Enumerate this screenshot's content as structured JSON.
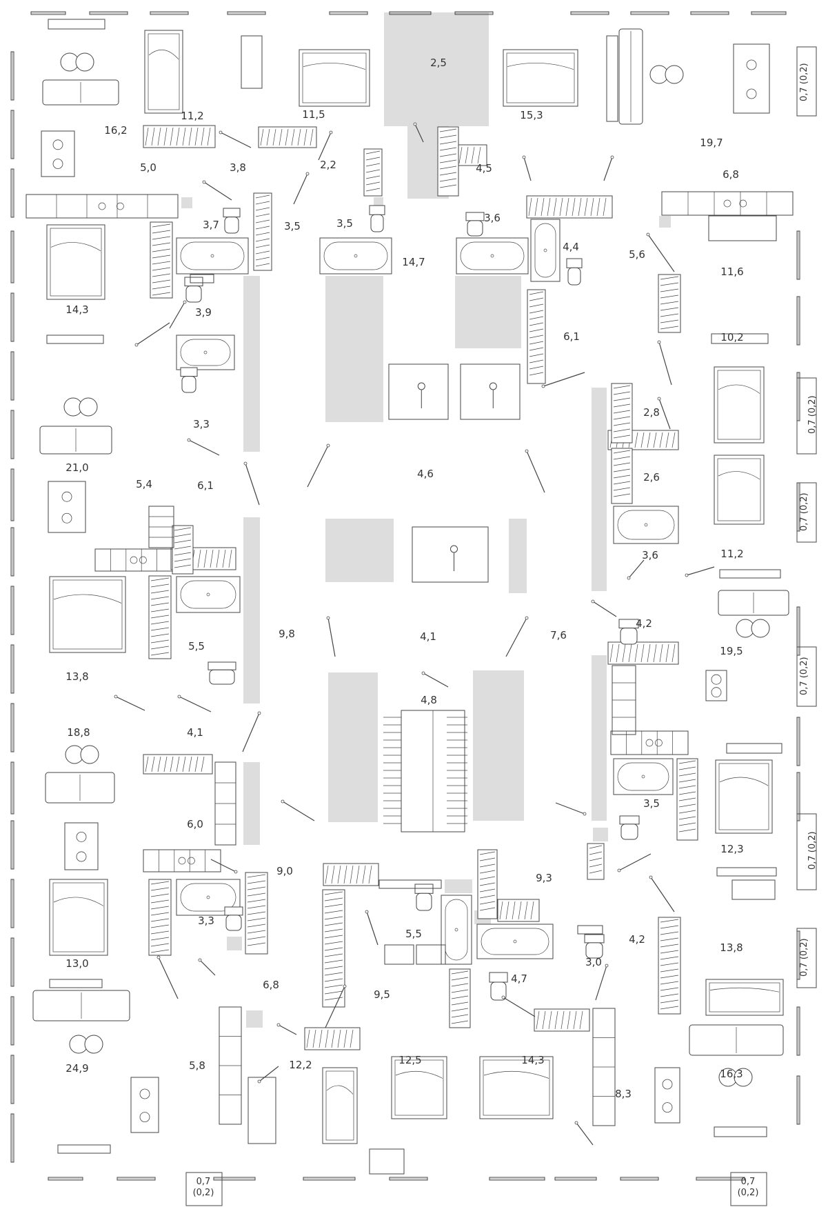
{
  "plan": {
    "colors": {
      "line": "#444444",
      "shaft": "#dddddd",
      "background": "#ffffff"
    },
    "rooms": [
      {
        "label": "16,2"
      },
      {
        "label": "11,2"
      },
      {
        "label": "11,5"
      },
      {
        "label": "2,5"
      },
      {
        "label": "15,3"
      },
      {
        "label": "19,7"
      },
      {
        "label": "5,0"
      },
      {
        "label": "3,8"
      },
      {
        "label": "2,2"
      },
      {
        "label": "4,5"
      },
      {
        "label": "6,8"
      },
      {
        "label": "3,7"
      },
      {
        "label": "3,5"
      },
      {
        "label": "3,5"
      },
      {
        "label": "3,6"
      },
      {
        "label": "14,7"
      },
      {
        "label": "4,4"
      },
      {
        "label": "5,6"
      },
      {
        "label": "11,6"
      },
      {
        "label": "14,3"
      },
      {
        "label": "3,9"
      },
      {
        "label": "6,1"
      },
      {
        "label": "10,2"
      },
      {
        "label": "2,8"
      },
      {
        "label": "3,3"
      },
      {
        "label": "2,6"
      },
      {
        "label": "21,0"
      },
      {
        "label": "5,4"
      },
      {
        "label": "6,1"
      },
      {
        "label": "4,6"
      },
      {
        "label": "3,6"
      },
      {
        "label": "11,2"
      },
      {
        "label": "4,2"
      },
      {
        "label": "5,5"
      },
      {
        "label": "9,8"
      },
      {
        "label": "4,1"
      },
      {
        "label": "7,6"
      },
      {
        "label": "19,5"
      },
      {
        "label": "13,8"
      },
      {
        "label": "4,8"
      },
      {
        "label": "18,8"
      },
      {
        "label": "4,1"
      },
      {
        "label": "6,0"
      },
      {
        "label": "3,5"
      },
      {
        "label": "9,0"
      },
      {
        "label": "12,3"
      },
      {
        "label": "9,3"
      },
      {
        "label": "3,3"
      },
      {
        "label": "5,5"
      },
      {
        "label": "4,2"
      },
      {
        "label": "3,0"
      },
      {
        "label": "13,8"
      },
      {
        "label": "13,0"
      },
      {
        "label": "4,7"
      },
      {
        "label": "6,8"
      },
      {
        "label": "9,5"
      },
      {
        "label": "24,9"
      },
      {
        "label": "5,8"
      },
      {
        "label": "12,2"
      },
      {
        "label": "12,5"
      },
      {
        "label": "14,3"
      },
      {
        "label": "8,3"
      },
      {
        "label": "16,3"
      }
    ],
    "balconies": [
      {
        "label": "0,7 (0,2)"
      },
      {
        "label": "0,7 (0,2)"
      },
      {
        "label": "0,7 (0,2)"
      },
      {
        "label": "0,7 (0,2)"
      },
      {
        "label": "0,7 (0,2)"
      },
      {
        "label": "0,7 (0,2)"
      },
      {
        "label": "0,7 (0,2)"
      },
      {
        "label": "0,7 (0,2)"
      }
    ]
  }
}
